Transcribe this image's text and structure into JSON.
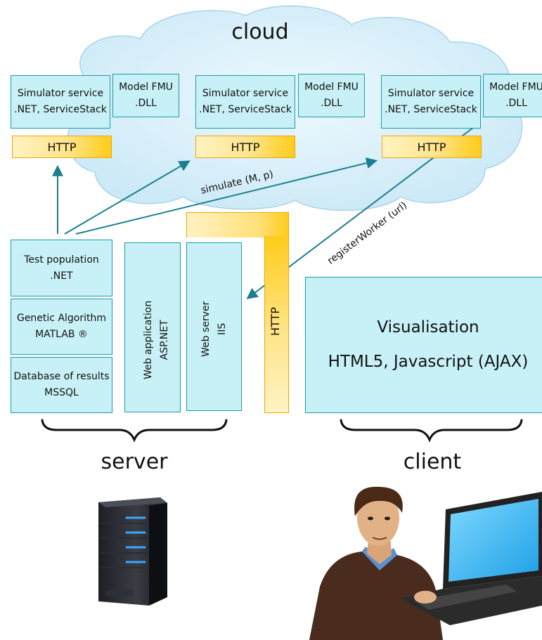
{
  "cloud": {
    "title": "cloud"
  },
  "simulators": [
    {
      "service_line1": "Simulator service",
      "service_line2": ".NET, ServiceStack",
      "fmu_line1": "Model FMU",
      "fmu_line2": ".DLL",
      "http": "HTTP"
    },
    {
      "service_line1": "Simulator service",
      "service_line2": ".NET, ServiceStack",
      "fmu_line1": "Model FMU",
      "fmu_line2": ".DLL",
      "http": "HTTP"
    },
    {
      "service_line1": "Simulator service",
      "service_line2": ".NET, ServiceStack",
      "fmu_line1": "Model FMU",
      "fmu_line2": ".DLL",
      "http": "HTTP"
    }
  ],
  "arrows": {
    "simulate": "simulate (M, p)",
    "register": "registerWorker (url)"
  },
  "server_components": {
    "test_population": {
      "line1": "Test population",
      "line2": ".NET"
    },
    "genetic_algorithm": {
      "line1": "Genetic Algorithm",
      "line2": "MATLAB ®"
    },
    "database": {
      "line1": "Database of results",
      "line2": "MSSQL"
    },
    "web_application": {
      "line1": "Web application",
      "line2": "ASP.NET"
    },
    "web_server": {
      "line1": "Web server",
      "line2": "IIS"
    }
  },
  "http_vertical": "HTTP",
  "client_box": {
    "title": "Visualisation",
    "subtitle": "HTML5, Javascript (AJAX)"
  },
  "labels": {
    "server": "server",
    "client": "client"
  },
  "icons": {
    "server": "server-tower-icon",
    "user": "user-with-laptop-icon"
  },
  "colors": {
    "box_fill": "#c8f1f7",
    "box_border": "#1b9aaa",
    "http_fill": "#ffd84d",
    "arrow": "#1a7f8e",
    "cloud": "#d8f0fb"
  }
}
